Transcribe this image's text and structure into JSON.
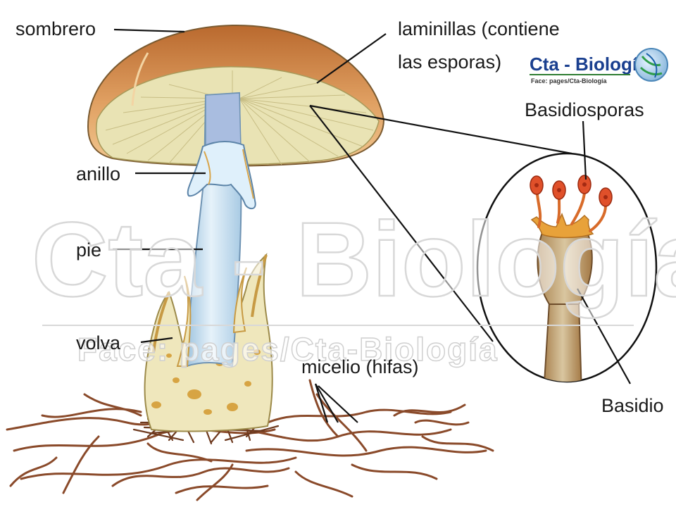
{
  "labels": {
    "cap": "sombrero",
    "gills_line1": "laminillas (contiene",
    "gills_line2": "las esporas)",
    "basidiospores": "Basidiosporas",
    "ring": "anillo",
    "stem": "pie",
    "volva": "volva",
    "mycelium": "micelio (hifas)",
    "basidium": "Basidio"
  },
  "logo": {
    "title": "Cta - Biología",
    "subtitle": "Face:  pages/Cta-Biología"
  },
  "watermark": {
    "main": "Cta - Biología",
    "sub": "Face: pages/Cta-Biología"
  },
  "colors": {
    "cap_top": "#c8793a",
    "gills": "#e9e3b4",
    "stem": "#cfe4f2",
    "volva": "#efe7bc",
    "mycelium": "#8a4a2a",
    "spores": "#e0502a",
    "logo_blue": "#1a3f8f"
  },
  "icons": [
    "biology-logo-icon"
  ]
}
